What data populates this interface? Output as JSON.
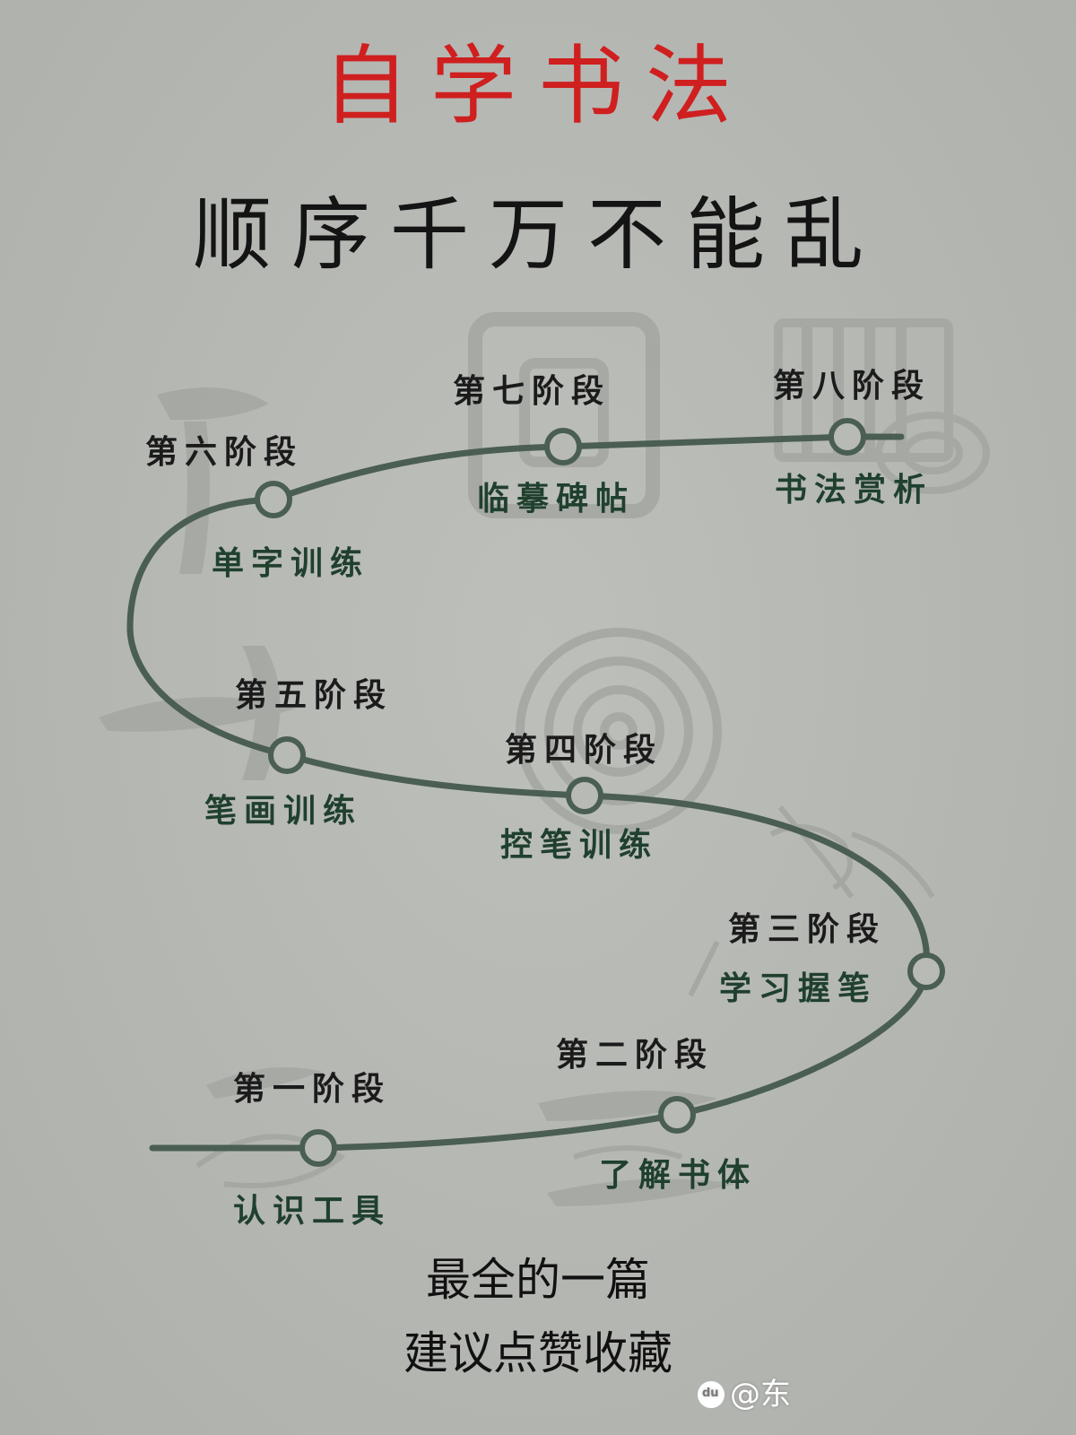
{
  "title": "自学书法",
  "subtitle": "顺序千万不能乱",
  "stages": [
    {
      "stage": "第一阶段",
      "task": "认识工具"
    },
    {
      "stage": "第二阶段",
      "task": "了解书体"
    },
    {
      "stage": "第三阶段",
      "task": "学习握笔"
    },
    {
      "stage": "第四阶段",
      "task": "控笔训练"
    },
    {
      "stage": "第五阶段",
      "task": "笔画训练"
    },
    {
      "stage": "第六阶段",
      "task": "单字训练"
    },
    {
      "stage": "第七阶段",
      "task": "临摹碑帖"
    },
    {
      "stage": "第八阶段",
      "task": "书法赏析"
    }
  ],
  "footer": {
    "line1": "最全的一篇",
    "line2": "建议点赞收藏"
  },
  "watermark": "@东",
  "colors": {
    "title": "#cf1f1f",
    "path": "#4a5e52",
    "task_text": "#20402e",
    "background": "#b3b5b1"
  }
}
